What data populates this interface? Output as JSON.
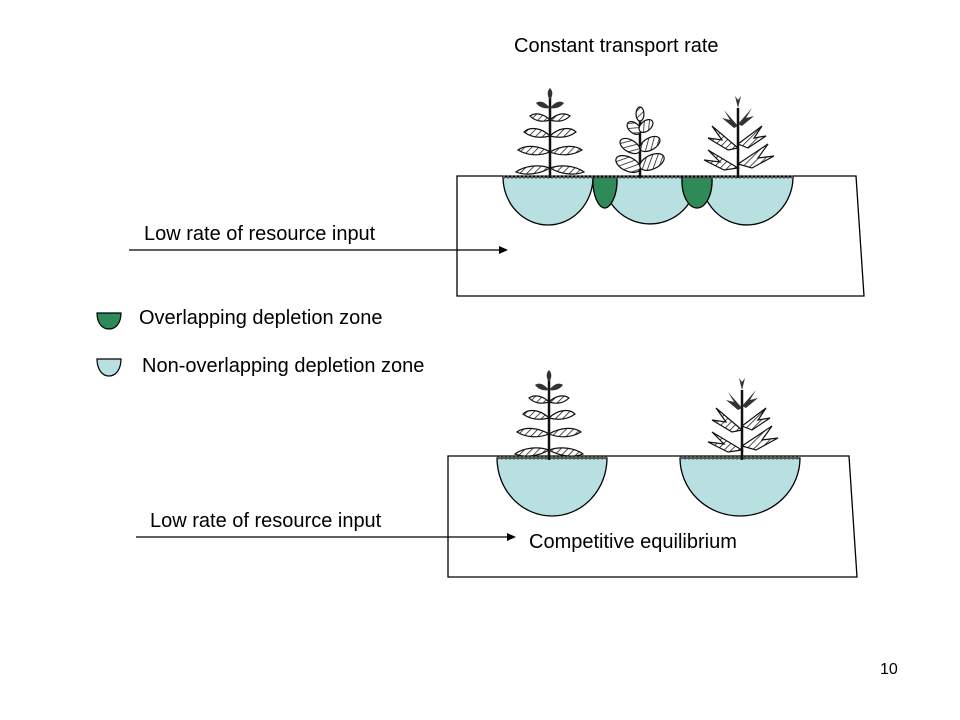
{
  "slide": {
    "title": "Constant transport rate",
    "page_number": "10"
  },
  "top_panel": {
    "arrow_label": "Low rate of resource input"
  },
  "legend": {
    "items": [
      {
        "label": "Overlapping depletion zone",
        "color": "#2e8b57"
      },
      {
        "label": "Non-overlapping depletion zone",
        "color": "#b9e0e0"
      }
    ]
  },
  "bottom_panel": {
    "arrow_label": "Low rate of resource input",
    "caption": "Competitive equilibrium"
  },
  "colors": {
    "depletion_zone": "#b9e0e0",
    "overlap_zone": "#2e8b57",
    "outline": "#000000",
    "plant_fill": "#d9d9d9"
  }
}
